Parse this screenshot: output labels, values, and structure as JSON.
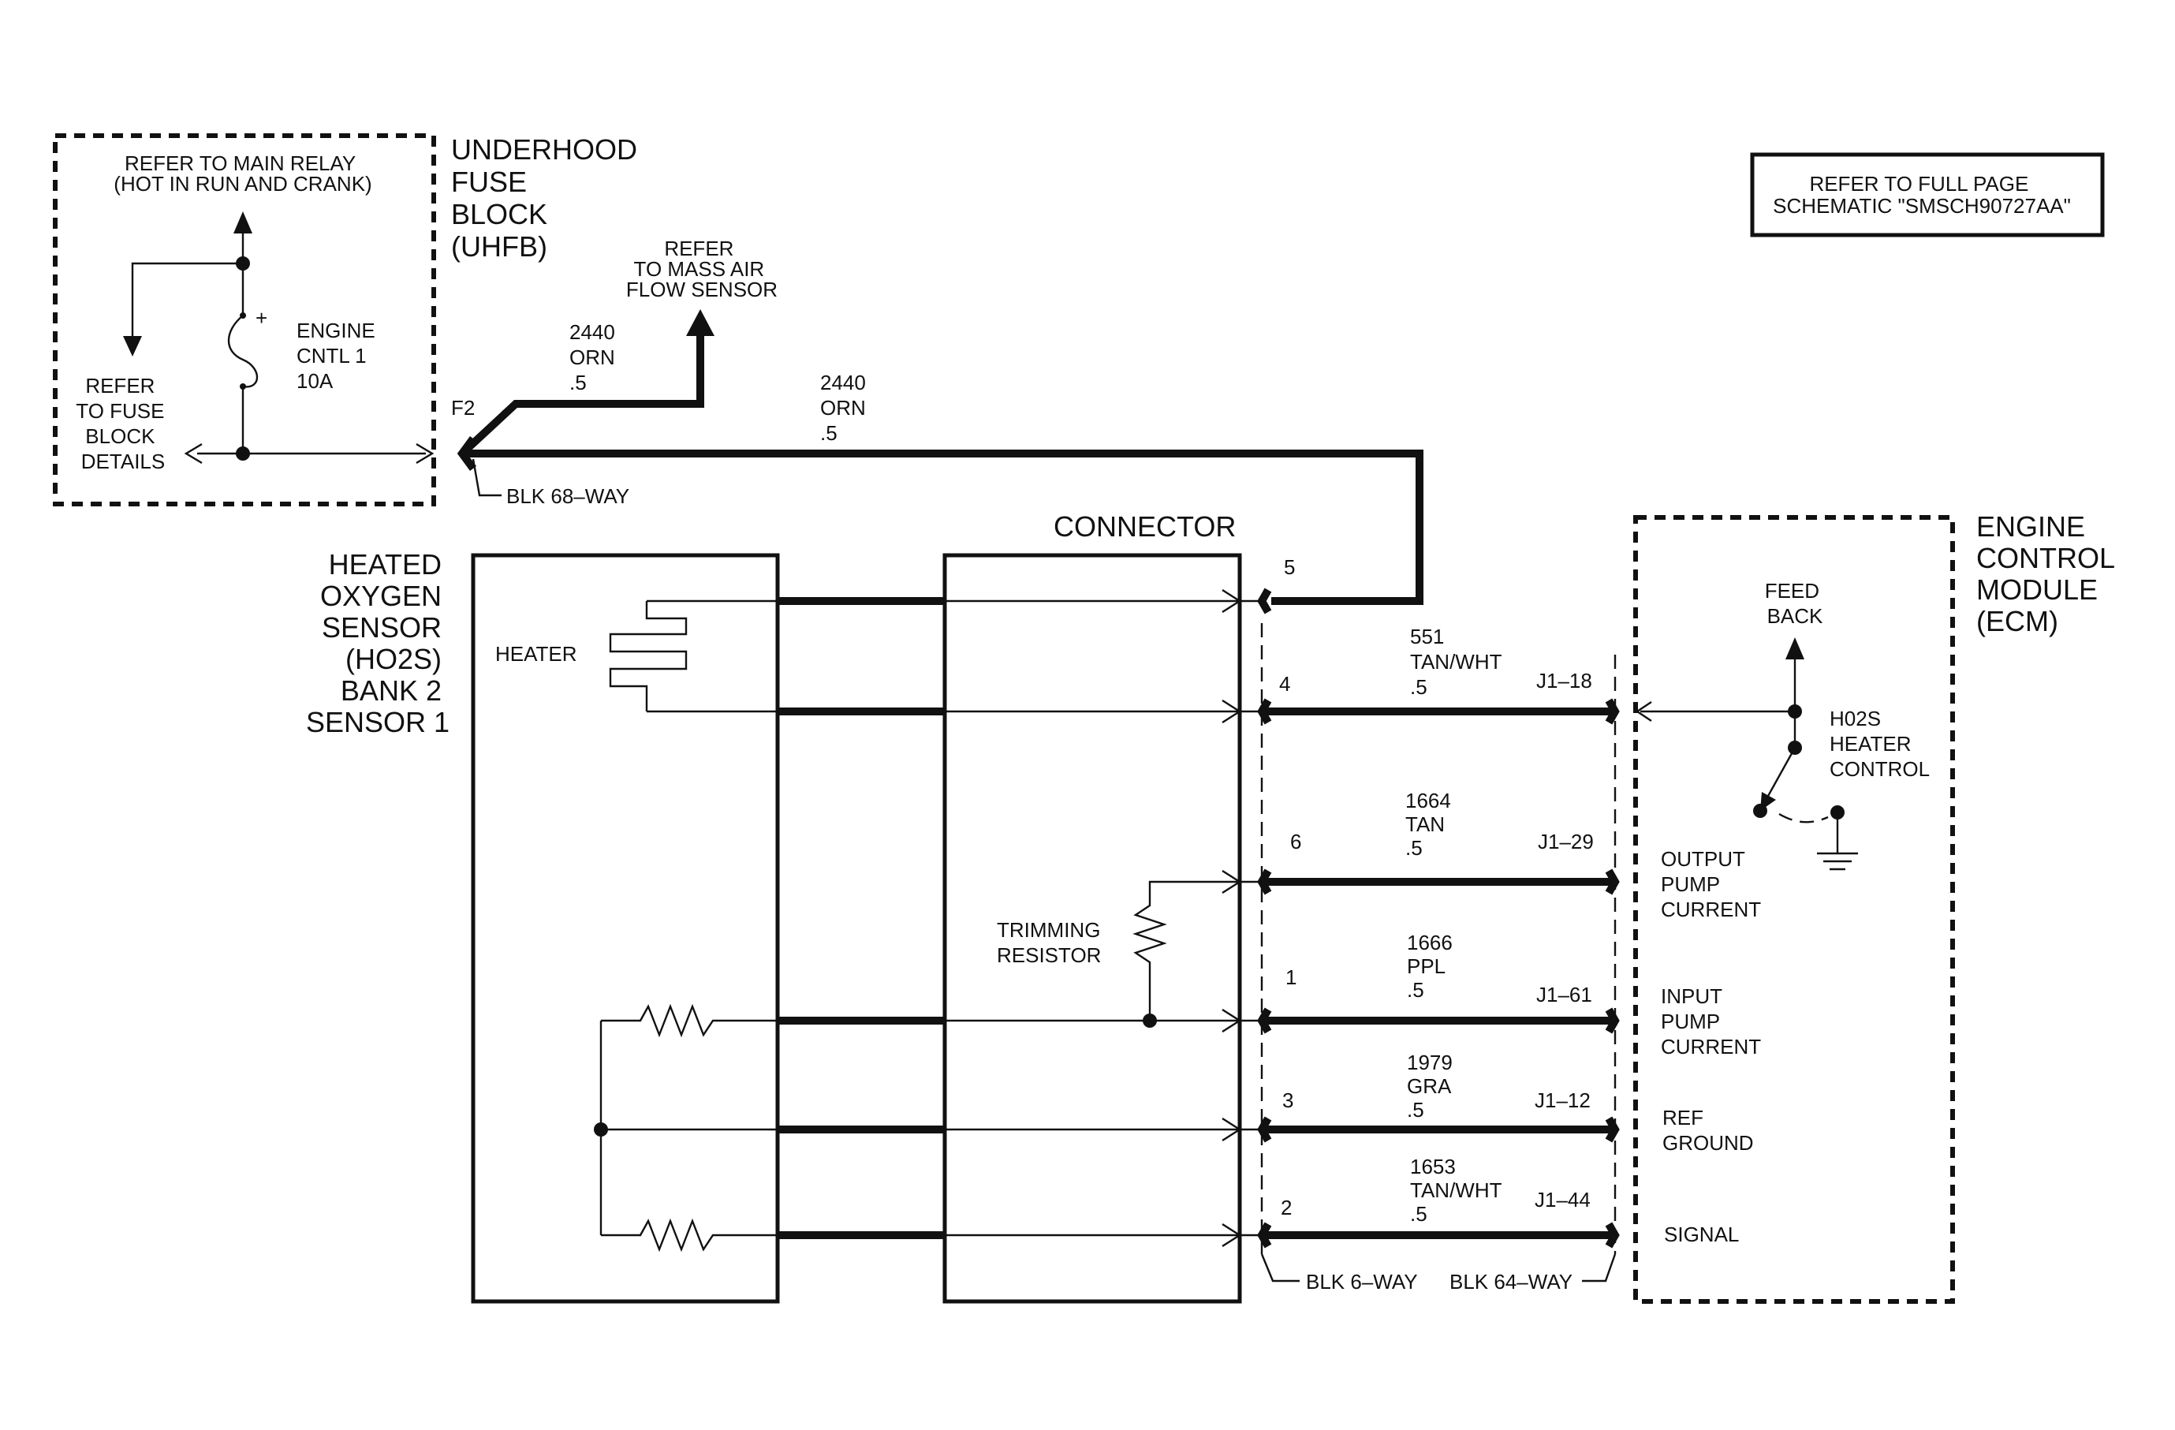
{
  "fuse_block": {
    "title_lines": [
      "UNDERHOOD",
      "FUSE",
      "BLOCK",
      "(UHFB)"
    ],
    "main_relay_lines": [
      "REFER TO MAIN RELAY",
      "(HOT IN RUN AND CRANK)"
    ],
    "fuse_details_lines": [
      "REFER",
      "TO FUSE",
      "BLOCK",
      "DETAILS"
    ],
    "fuse_label_lines": [
      "ENGINE",
      "CNTL 1",
      "10A"
    ],
    "fuse_plus": "+",
    "fuse_cavity": "F2",
    "connector_label": "BLK 68–WAY"
  },
  "full_page_note": [
    "REFER TO FULL PAGE",
    "SCHEMATIC \"SMSCH90727AA\""
  ],
  "maf_note": [
    "REFER",
    "TO MASS AIR",
    "FLOW SENSOR"
  ],
  "feed_wire_maf": [
    "2440",
    "ORN",
    ".5"
  ],
  "feed_wire_main": [
    "2440",
    "ORN",
    ".5"
  ],
  "connector_title": "CONNECTOR",
  "sensor": {
    "title_lines": [
      "HEATED",
      "OXYGEN",
      "SENSOR",
      "(HO2S)",
      "BANK 2",
      "SENSOR 1"
    ],
    "heater_label": "HEATER",
    "trimming_label": [
      "TRIMMING",
      "RESISTOR"
    ]
  },
  "ecm": {
    "title_lines": [
      "ENGINE",
      "CONTROL",
      "MODULE",
      "(ECM)"
    ],
    "feedback_lines": [
      "FEED",
      "BACK"
    ],
    "heater_control_lines": [
      "H02S",
      "HEATER",
      "CONTROL"
    ]
  },
  "circuits": [
    {
      "pin": "5",
      "wire": [],
      "ecm_pin": "",
      "ecm_label": []
    },
    {
      "pin": "4",
      "wire": [
        "551",
        "TAN/WHT",
        ".5"
      ],
      "ecm_pin": "J1–18",
      "ecm_label": []
    },
    {
      "pin": "6",
      "wire": [
        "1664",
        "TAN",
        ".5"
      ],
      "ecm_pin": "J1–29",
      "ecm_label": [
        "OUTPUT",
        "PUMP",
        "CURRENT"
      ]
    },
    {
      "pin": "1",
      "wire": [
        "1666",
        "PPL",
        ".5"
      ],
      "ecm_pin": "J1–61",
      "ecm_label": [
        "INPUT",
        "PUMP",
        "CURRENT"
      ]
    },
    {
      "pin": "3",
      "wire": [
        "1979",
        "GRA",
        ".5"
      ],
      "ecm_pin": "J1–12",
      "ecm_label": [
        "REF",
        "GROUND"
      ]
    },
    {
      "pin": "2",
      "wire": [
        "1653",
        "TAN/WHT",
        ".5"
      ],
      "ecm_pin": "J1–44",
      "ecm_label": [
        "SIGNAL"
      ]
    }
  ],
  "bottom_connectors": {
    "left": "BLK 6–WAY",
    "right": "BLK 64–WAY"
  }
}
